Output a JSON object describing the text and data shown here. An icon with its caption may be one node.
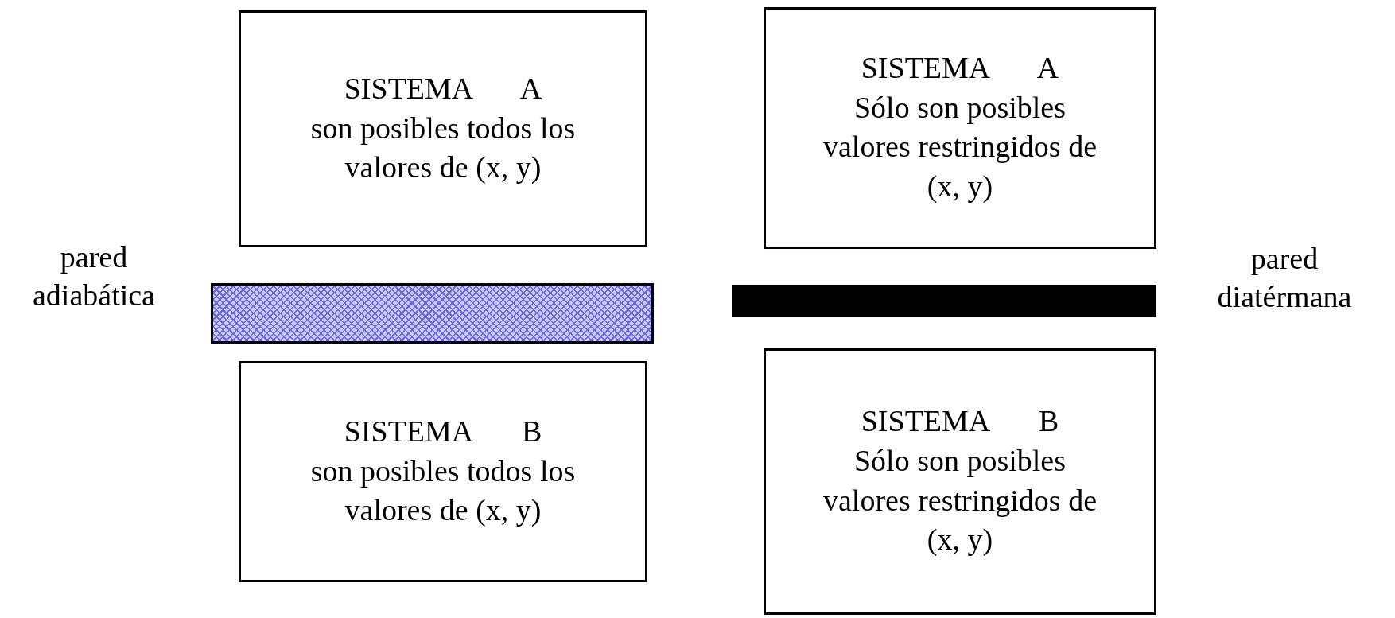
{
  "diagram": {
    "nodes": [
      {
        "text": [
          "SISTEMA A",
          "son posibles todos los valores de (x, y)"
        ]
      },
      {
        "text": [
          "SISTEMA A",
          "Sólo son posibles valores restringidos de (x, y)"
        ]
      },
      {
        "text": [],
        "shape": "bar",
        "beside": [
          "pared adiabática"
        ]
      },
      {
        "text": [],
        "shape": "bar",
        "beside": [
          "pared diatérmana"
        ]
      },
      {
        "text": [
          "SISTEMA B",
          "son posibles todos los valores de (x, y)"
        ]
      },
      {
        "text": [
          "SISTEMA B",
          "Sólo son posibles valores restringidos de (x, y)"
        ]
      }
    ]
  }
}
